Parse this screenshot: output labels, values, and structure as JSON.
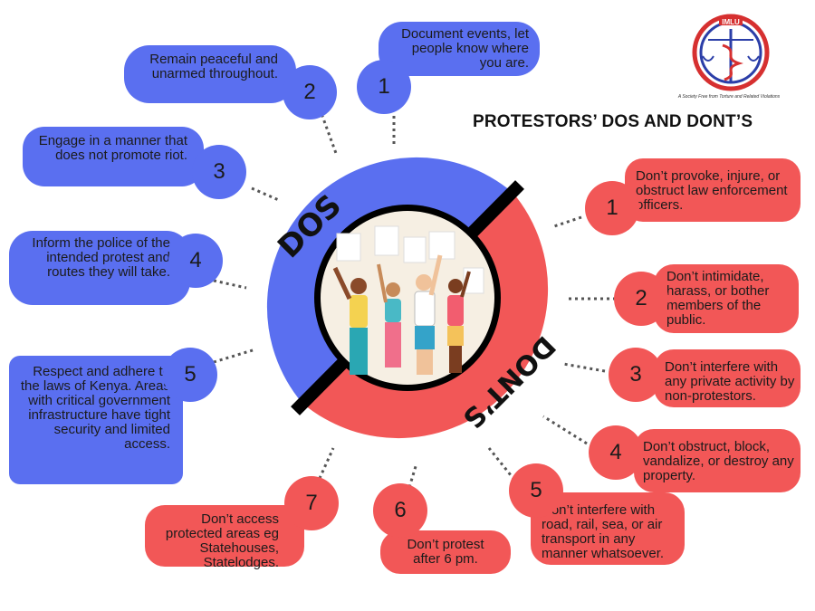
{
  "title": "PROTESTORS’ DOS AND DONT’S",
  "logo": {
    "name": "IMLU",
    "tagline": "A Society Free from Torture and Related Violations"
  },
  "wheel": {
    "dos_label": "DOS",
    "donts_label": "DONT’S"
  },
  "dos": [
    {
      "num": "1",
      "text": "Document events, let people know where you are."
    },
    {
      "num": "2",
      "text": "Remain peaceful and unarmed throughout."
    },
    {
      "num": "3",
      "text": "Engage in a manner that does not promote riot."
    },
    {
      "num": "4",
      "text": "Inform the police of the intended protest and routes they will take."
    },
    {
      "num": "5",
      "text": "Respect and adhere to the laws of Kenya. Areas with critical government infrastructure have tight security and limited access."
    }
  ],
  "donts": [
    {
      "num": "1",
      "text": "Don’t provoke, injure, or obstruct law enforcement officers."
    },
    {
      "num": "2",
      "text": "Don’t intimidate, harass, or bother members of the public."
    },
    {
      "num": "3",
      "text": "Don’t interfere with any private activity by non-protestors."
    },
    {
      "num": "4",
      "text": "Don’t obstruct, block, vandalize, or destroy any property."
    },
    {
      "num": "5",
      "text": "Don’t interfere with road, rail, sea, or air transport in any manner whatsoever."
    },
    {
      "num": "6",
      "text": "Don’t protest after 6 pm."
    },
    {
      "num": "7",
      "text": "Don’t access protected areas eg Statehouses, Statelodges."
    }
  ],
  "colors": {
    "dos": "#5a6ff0",
    "donts": "#f25757",
    "divider": "#000000"
  }
}
